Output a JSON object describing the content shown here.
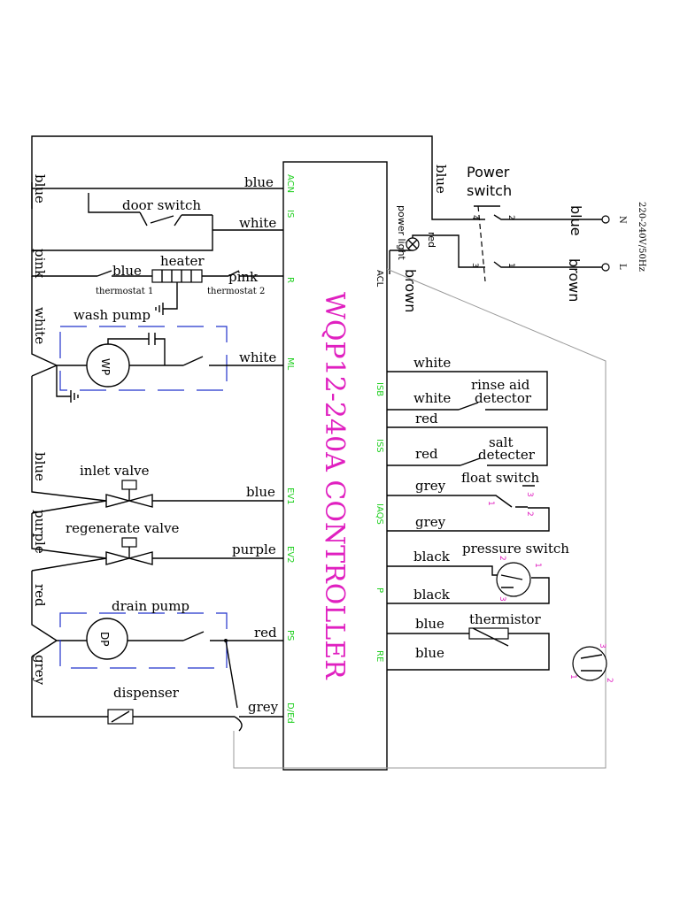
{
  "controller": {
    "title": "WQP12-240A CONTROLLER",
    "title_color": "#e020c0",
    "pin_color": "#1fcf1f",
    "left_pins": [
      "ACN",
      "IS",
      "R",
      "ML",
      "EV1",
      "EV2",
      "PS",
      "D/Ed"
    ],
    "right_pins": [
      "ACL",
      "ISB",
      "ISS",
      "IAQS",
      "P",
      "RE"
    ]
  },
  "components": {
    "door_switch": "door switch",
    "heater": "heater",
    "thermostat1": "thermostat 1",
    "thermostat2": "thermostat 2",
    "wash_pump": "wash pump",
    "wash_pump_short": "WP",
    "inlet_valve": "inlet valve",
    "regenerate_valve": "regenerate valve",
    "drain_pump": "drain pump",
    "drain_pump_short": "DP",
    "dispenser": "dispenser",
    "power_switch_line1": "Power",
    "power_switch_line2": "switch",
    "power_light": "power light",
    "rinse_aid_line1": "rinse aid",
    "rinse_aid_line2": "detector",
    "salt_line1": "salt",
    "salt_line2": "detecter",
    "float_switch": "float switch",
    "pressure_switch": "pressure switch",
    "thermistor": "thermistor",
    "supply": "220-240V/50Hz",
    "terminal_n": "N",
    "terminal_l": "L"
  },
  "wires": {
    "blue": "blue",
    "white": "white",
    "pink": "pink",
    "purple": "purple",
    "red": "red",
    "grey": "grey",
    "brown": "brown",
    "black": "black"
  },
  "pin_numbers": {
    "one": "1",
    "two": "2",
    "three": "3",
    "four": "4"
  }
}
